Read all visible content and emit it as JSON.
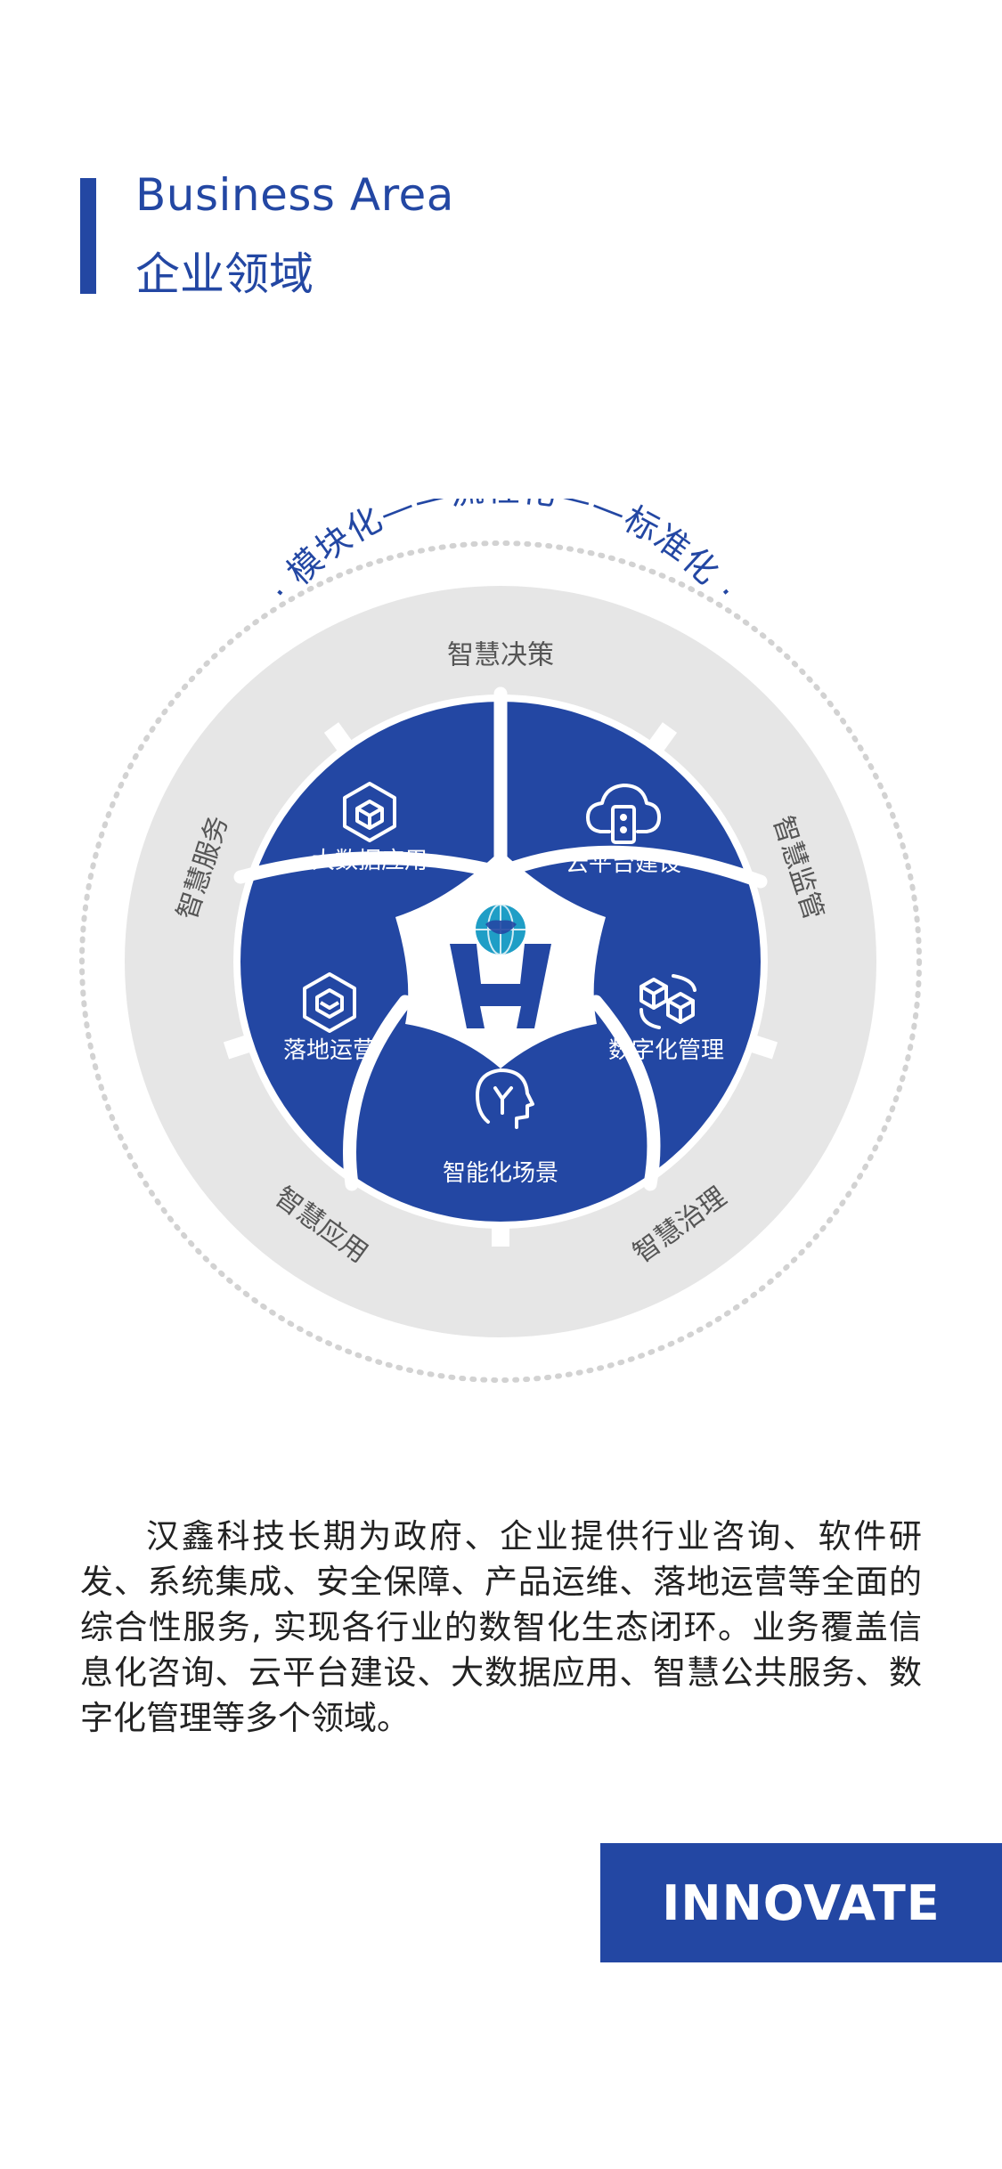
{
  "header": {
    "title_en": "Business Area",
    "title_cn": "企业领域"
  },
  "diagram": {
    "arc_text": "· 模块化——流程化——标准化 ·",
    "outer_ring": [
      "智慧决策",
      "智慧监管",
      "智慧治理",
      "智慧应用",
      "智慧服务"
    ],
    "inner_petals": [
      {
        "label": "大数据应用",
        "icon": "cube-icon"
      },
      {
        "label": "云平台建设",
        "icon": "cloud-server-icon"
      },
      {
        "label": "数字化管理",
        "icon": "cycle-cubes-icon"
      },
      {
        "label": "智能化场景",
        "icon": "brain-head-icon"
      },
      {
        "label": "落地运营",
        "icon": "cube-outline-icon"
      }
    ],
    "center_logo": "hanxin-logo-icon"
  },
  "description": "汉鑫科技长期为政府、企业提供行业咨询、软件研发、系统集成、安全保障、产品运维、落地运营等全面的综合性服务, 实现各行业的数智化生态闭环。业务覆盖信息化咨询、云平台建设、大数据应用、智慧公共服务、数字化管理等多个领域。",
  "badge": {
    "label": "INNOVATE"
  },
  "colors": {
    "brand_blue": "#2347a3",
    "ring_gray": "#e6e6e6",
    "ring_text": "#555555",
    "text_dark": "#222222"
  }
}
